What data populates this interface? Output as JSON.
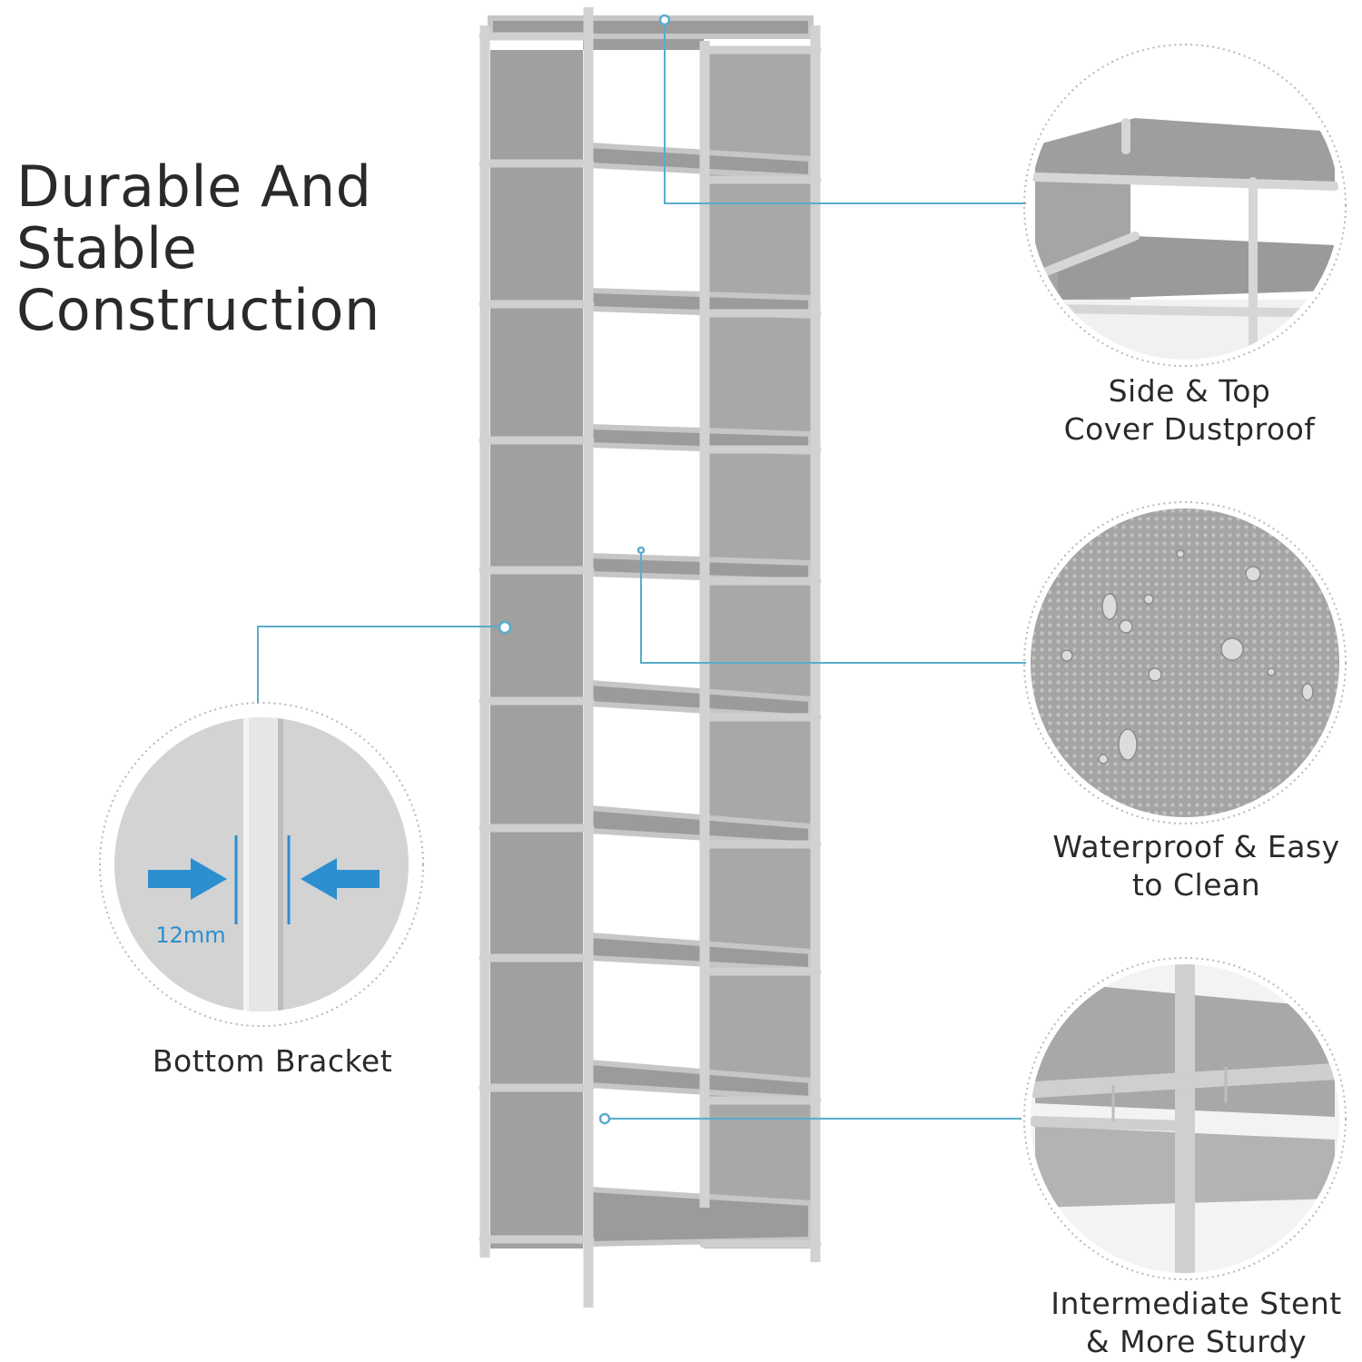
{
  "headline": {
    "line1": "Durable And",
    "line2": "Stable",
    "line3": "Construction"
  },
  "callouts": {
    "top": {
      "line1": "Side & Top",
      "line2": "Cover Dustproof"
    },
    "middle": {
      "line1": "Waterproof & Easy",
      "line2": "to Clean"
    },
    "bottom": {
      "line1": "Intermediate Stent",
      "line2": "& More Sturdy"
    },
    "left": {
      "line1": "Bottom Bracket",
      "measure": "12mm"
    }
  },
  "colors": {
    "frame": "#c9c9c9",
    "panel": "#a2a2a2",
    "shelf": "#9a9a9a",
    "leader_line": "#5aaccc",
    "arrow": "#2b8fd0"
  },
  "icons": {
    "left_arrow": "arrow-right-icon",
    "right_arrow": "arrow-left-icon"
  }
}
